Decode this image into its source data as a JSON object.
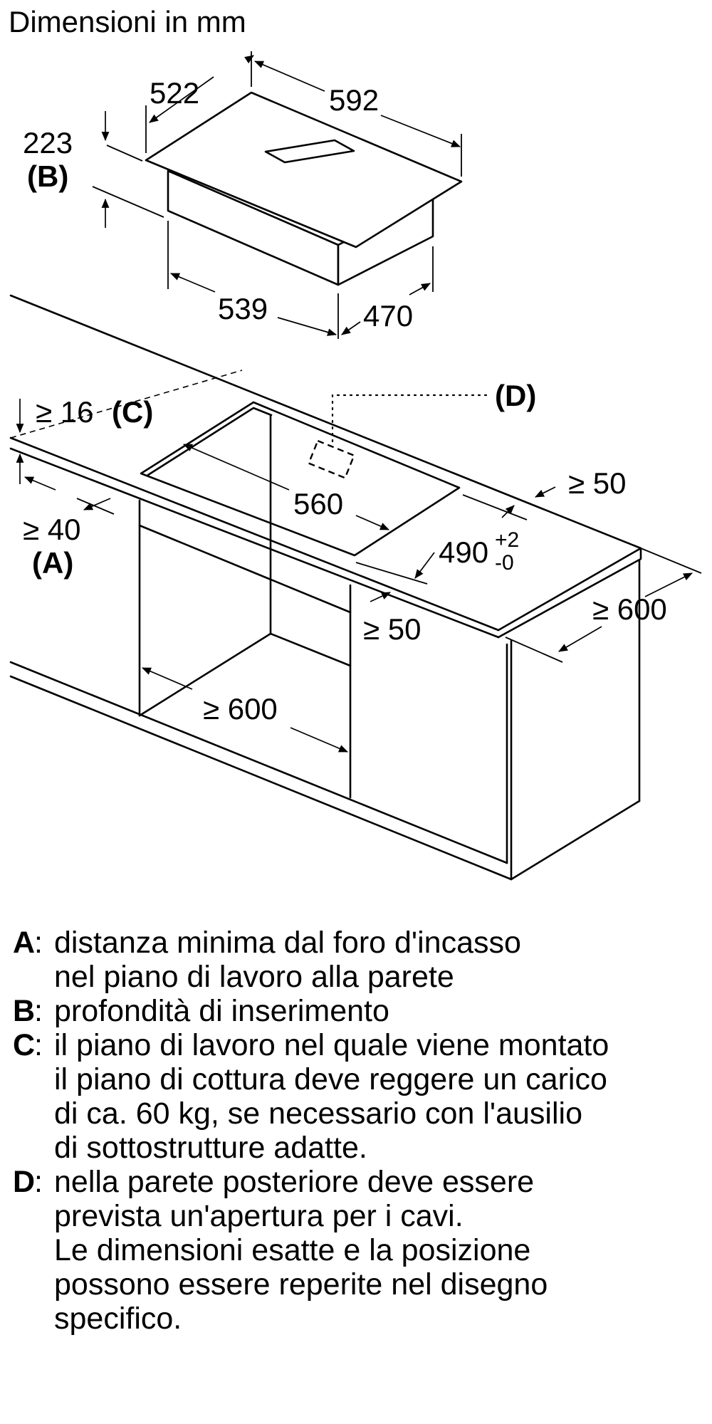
{
  "title": "Dimensioni in mm",
  "hob": {
    "dims": {
      "width": "592",
      "depth": "522",
      "height": "223",
      "height_ref": "(B)",
      "cutout_width": "539",
      "cutout_depth": "470"
    }
  },
  "worktop": {
    "dims": {
      "thickness_min": "≥ 16",
      "thickness_ref": "(C)",
      "wall_distance_min": "≥ 40",
      "wall_distance_ref": "(A)",
      "cutout_width": "560",
      "cutout_depth": "490",
      "cutout_depth_tol_plus": "+2",
      "cutout_depth_tol_minus": "-0",
      "side_distance_min": "≥ 50",
      "front_distance_min": "≥ 50",
      "depth_min": "≥ 600",
      "cabinet_width_min": "≥ 600"
    },
    "cable_opening_ref": "(D)"
  },
  "legend": [
    {
      "key": "A",
      "text": "distanza minima dal foro d'incasso\nnel piano di lavoro alla parete"
    },
    {
      "key": "B",
      "text": "profondità di inserimento"
    },
    {
      "key": "C",
      "text": "il piano di lavoro nel quale viene montato\nil piano di cottura deve reggere un carico\ndi ca. 60 kg, se necessario con l'ausilio\ndi sottostrutture adatte."
    },
    {
      "key": "D",
      "text": "nella parete posteriore deve essere\nprevista un'apertura per i cavi.\nLe dimensioni esatte e la posizione\npossono essere reperite nel disegno\nspecifico."
    }
  ]
}
